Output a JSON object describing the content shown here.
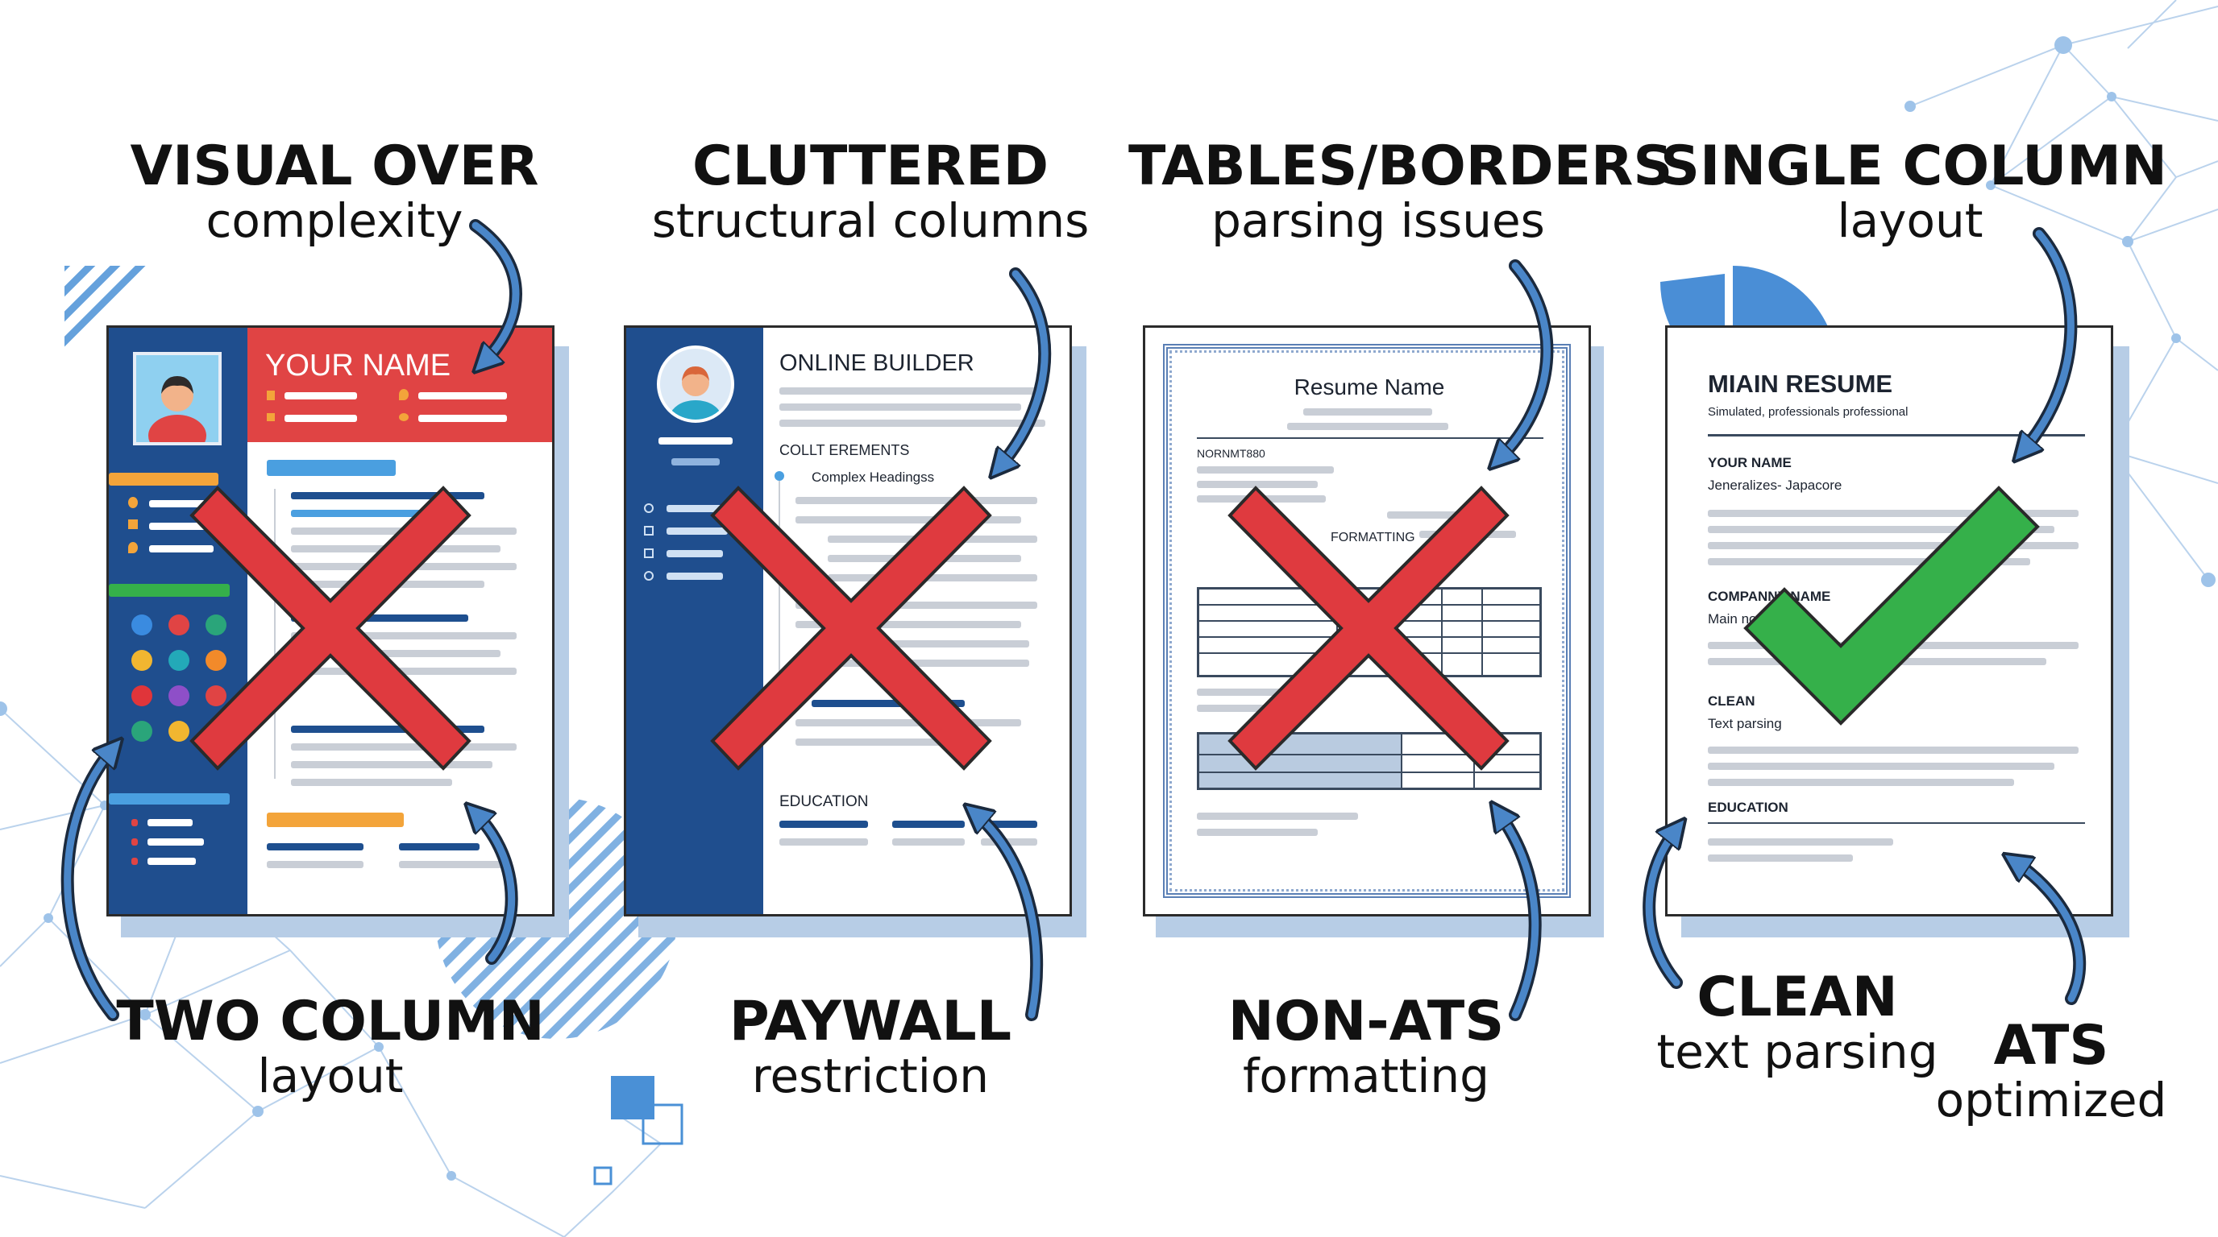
{
  "panels": [
    {
      "caption_top": {
        "bold": "VISUAL OVER",
        "normal": "complexity"
      },
      "caption_bottom": {
        "bold": "TWO COLUMN",
        "normal": "layout"
      },
      "resume": {
        "name": "YOUR NAME"
      },
      "verdict": "cross"
    },
    {
      "caption_top": {
        "bold": "CLUTTERED",
        "normal": "structural columns"
      },
      "caption_bottom": {
        "bold": "PAYWALL",
        "normal": "restriction"
      },
      "resume": {
        "title": "ONLINE BUILDER",
        "section": "COLLT EREMENTS",
        "subsection": "Complex Headingss",
        "education": "EDUCATION"
      },
      "verdict": "cross"
    },
    {
      "caption_top": {
        "bold": "TABLES/BORDERS",
        "normal": "parsing issues"
      },
      "caption_bottom": {
        "bold": "NON-ATS",
        "normal": "formatting"
      },
      "resume": {
        "title": "Resume Name",
        "label1": "NORNMT880",
        "label2": "FORMATTING"
      },
      "verdict": "cross"
    },
    {
      "caption_top": {
        "bold": "SINGLE COLUMN",
        "normal": "layout"
      },
      "caption_bottom_left": {
        "bold": "CLEAN",
        "normal": "text parsing"
      },
      "caption_bottom_right": {
        "bold": "ATS",
        "normal": "optimized"
      },
      "resume": {
        "title": "MIAIN RESUME",
        "subtitle": "Simulated, professionals professional",
        "your_name": "YOUR NAME",
        "your_name_sub": "Jeneralizes- Japacore",
        "company": "COMPANNY NAME",
        "company_sub": "Main no",
        "clean": "CLEAN",
        "clean_sub": "Text parsing",
        "education": "EDUCATION"
      },
      "verdict": "check"
    }
  ],
  "colors": {
    "navy": "#1f4e8e",
    "red_header": "#e04444",
    "cross_red": "#df3a3f",
    "check_green": "#35b04a",
    "arrow_blue": "#4a86c8",
    "shadow_blue": "#b7cde6"
  }
}
